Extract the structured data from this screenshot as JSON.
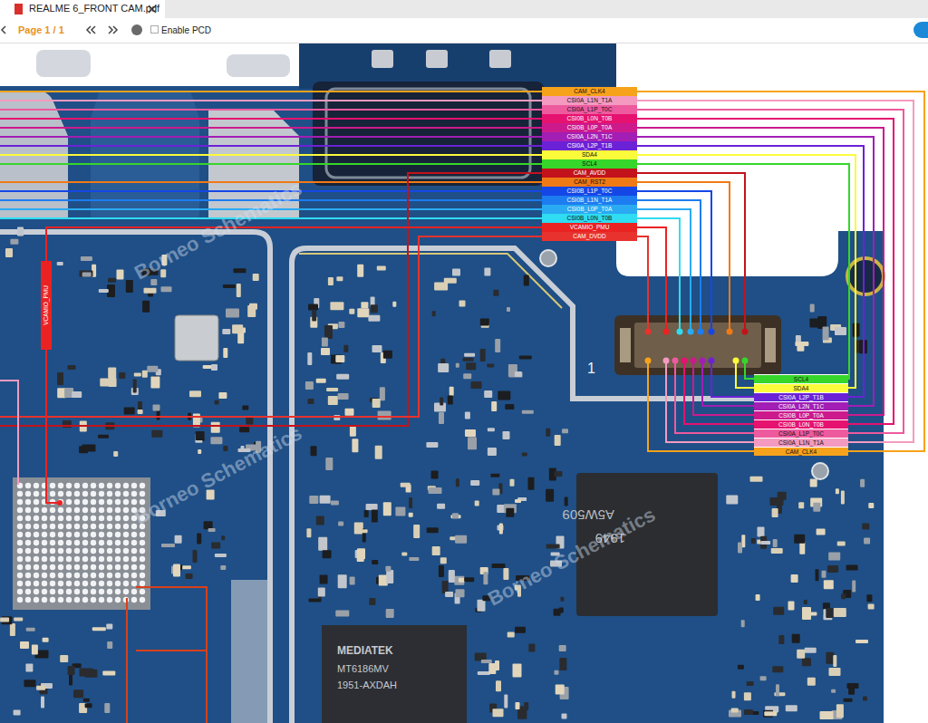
{
  "diagram": {
    "nodes": [
      {
        "text": [
          "CAM_CLK4"
        ]
      },
      {
        "text": [
          "CSI0A_L1N_T1A"
        ]
      },
      {
        "text": [
          "CSI0A_L1P_T0C"
        ]
      },
      {
        "text": [
          "CSI0B_L0N_T0B"
        ]
      },
      {
        "text": [
          "CSI0B_L0P_T0A"
        ]
      },
      {
        "text": [
          "CSI0A_L2N_T1C"
        ]
      },
      {
        "text": [
          "CSI0A_L2P_T1B"
        ]
      },
      {
        "text": [
          "SDA4"
        ]
      },
      {
        "text": [
          "SCL4"
        ]
      },
      {
        "text": [
          "CAM_AVDD"
        ]
      },
      {
        "text": [
          "CAM_RST2"
        ]
      },
      {
        "text": [
          "CSI0B_L1P_T0C"
        ]
      },
      {
        "text": [
          "CSI0B_L1N_T1A"
        ]
      },
      {
        "text": [
          "CSI0B_L0P_T0A"
        ]
      },
      {
        "text": [
          "CSI0B_L0N_T0B"
        ]
      },
      {
        "text": [
          "VCAMIO_PMU"
        ]
      },
      {
        "text": [
          "CAM_DVDD"
        ]
      },
      {
        "text": [
          "VCAMIO_PMU"
        ]
      },
      {
        "text": [
          "SCL4"
        ]
      },
      {
        "text": [
          "SDA4"
        ]
      },
      {
        "text": [
          "CSI0A_L2P_T1B"
        ]
      },
      {
        "text": [
          "CSI0A_L2N_T1C"
        ]
      },
      {
        "text": [
          "CSI0B_L0P_T0A"
        ]
      },
      {
        "text": [
          "CSI0B_L0N_T0B"
        ]
      },
      {
        "text": [
          "CSI0A_L1P_T0C"
        ]
      },
      {
        "text": [
          "CSI0A_L1N_T1A"
        ]
      },
      {
        "text": [
          "CAM_CLK4"
        ]
      }
    ],
    "edges": [
      {
        "from": 0,
        "to": 26,
        "arrow": "none"
      },
      {
        "from": 1,
        "to": 25,
        "arrow": "none"
      },
      {
        "from": 2,
        "to": 24,
        "arrow": "none"
      },
      {
        "from": 3,
        "to": 23,
        "arrow": "none"
      },
      {
        "from": 4,
        "to": 22,
        "arrow": "none"
      },
      {
        "from": 5,
        "to": 21,
        "arrow": "none"
      },
      {
        "from": 6,
        "to": 20,
        "arrow": "none"
      },
      {
        "from": 7,
        "to": 19,
        "arrow": "none"
      },
      {
        "from": 8,
        "to": 18,
        "arrow": "none"
      }
    ],
    "labels": [
      "REALME 6_FRONT CAM.pdf",
      "Page 1 / 1",
      "Enable PCD",
      "1",
      "MEDIATEK",
      "MT6186MV",
      "1951-AXDAH",
      "A5W509",
      "1949",
      "Borneo Schematics",
      "Borneo Schematics",
      "Borneo Schematics"
    ]
  }
}
